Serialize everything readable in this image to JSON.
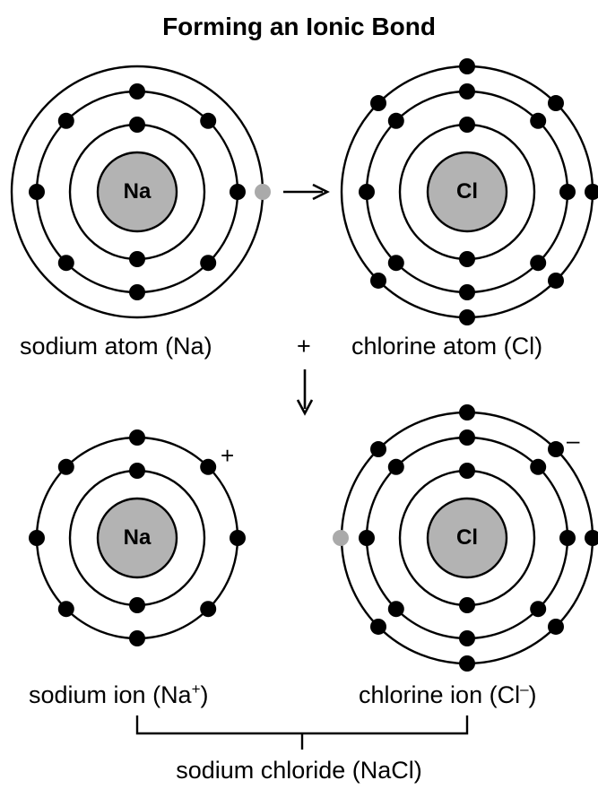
{
  "title": "Forming an Ionic Bond",
  "colors": {
    "line": "#000000",
    "nucleus_fill": "#b3b3b3",
    "electron": "#000000",
    "transferred_electron": "#aaaaaa"
  },
  "atoms": {
    "sodium_atom": {
      "symbol": "Na",
      "label": "sodium atom (Na)"
    },
    "chlorine_atom": {
      "symbol": "Cl",
      "label": "chlorine atom (Cl)"
    },
    "sodium_ion": {
      "symbol": "Na",
      "label_main": "sodium ion (Na",
      "label_sup": "+",
      "label_end": ")",
      "charge": "+"
    },
    "chlorine_ion": {
      "symbol": "Cl",
      "label_main": "chlorine ion (Cl",
      "label_sup": "–",
      "label_end": ")",
      "charge": "–"
    }
  },
  "operators": {
    "plus": "+"
  },
  "product": {
    "label": "sodium chloride (NaCl)"
  }
}
